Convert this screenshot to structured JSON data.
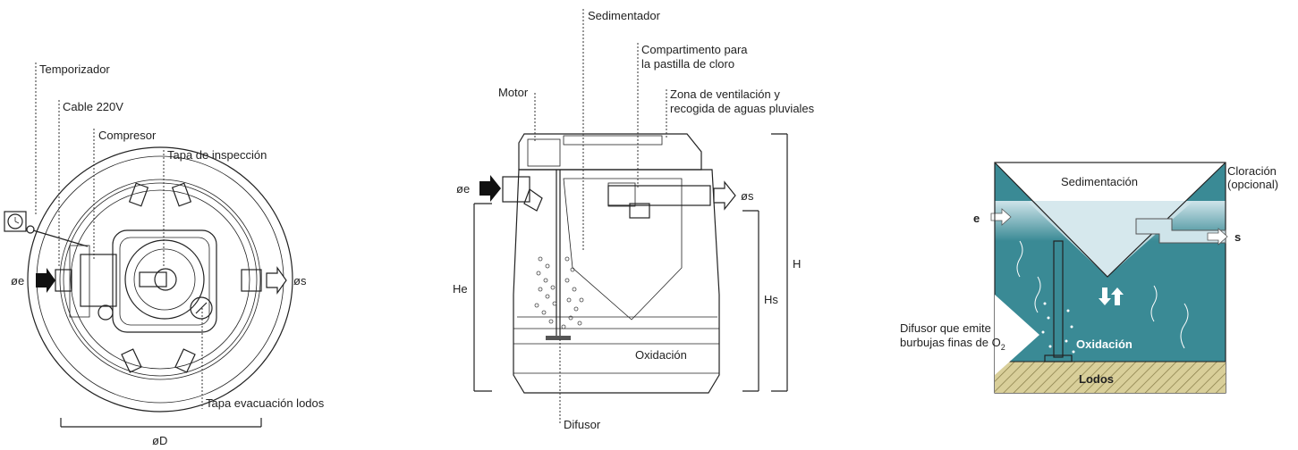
{
  "left_view": {
    "labels": {
      "timer": "Temporizador",
      "cable": "Cable 220V",
      "compressor": "Compresor",
      "inspection_cover": "Tapa de inspección",
      "inlet": "øe",
      "outlet": "øs",
      "sludge_cover": "Tapa evacuación lodos",
      "diameter": "øD"
    }
  },
  "middle_view": {
    "labels": {
      "sedimenter": "Sedimentador",
      "chlorine_line1": "Compartimento para",
      "chlorine_line2": "la pastilla de cloro",
      "motor": "Motor",
      "vent_line1": "Zona de ventilación y",
      "vent_line2": "recogida de aguas pluviales",
      "inlet": "øe",
      "outlet": "øs",
      "he": "He",
      "hs": "Hs",
      "h": "H",
      "oxidation": "Oxidación",
      "diffuser": "Difusor"
    }
  },
  "right_view": {
    "labels": {
      "sedimentation": "Sedimentación",
      "chlorination_line1": "Cloración",
      "chlorination_line2": "(opcional)",
      "e": "e",
      "s": "s",
      "diffuser_line1": "Difusor que emite",
      "diffuser_line2": "burbujas finas de O",
      "diffuser_sub": "2",
      "oxidation": "Oxidación",
      "sludge": "Lodos"
    },
    "colors": {
      "water": "#3a8a95",
      "water_light": "#cfe4ea",
      "sludge": "#d9cf9a"
    }
  }
}
